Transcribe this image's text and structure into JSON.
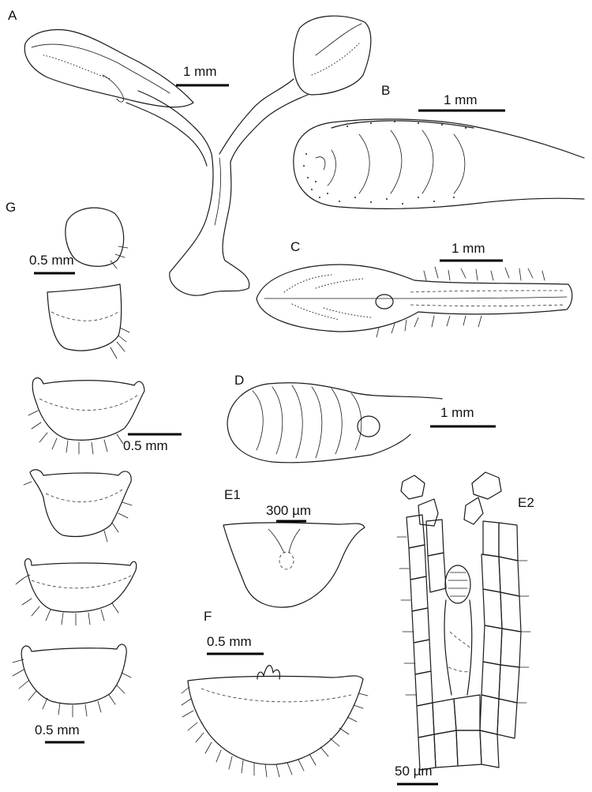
{
  "panels": {
    "A": {
      "label": "A",
      "scale": "1 mm"
    },
    "B": {
      "label": "B",
      "scale": "1 mm"
    },
    "C": {
      "label": "C",
      "scale": "1 mm"
    },
    "D": {
      "label": "D",
      "scale": "1 mm"
    },
    "E1": {
      "label": "E1",
      "scale": "300 µm"
    },
    "E2": {
      "label": "E2",
      "scale": "50 µm"
    },
    "F": {
      "label": "F",
      "scale": "0.5 mm"
    },
    "G": {
      "label": "G",
      "scales": [
        "0.5 mm",
        "0.5 mm",
        "0.5 mm"
      ]
    }
  }
}
